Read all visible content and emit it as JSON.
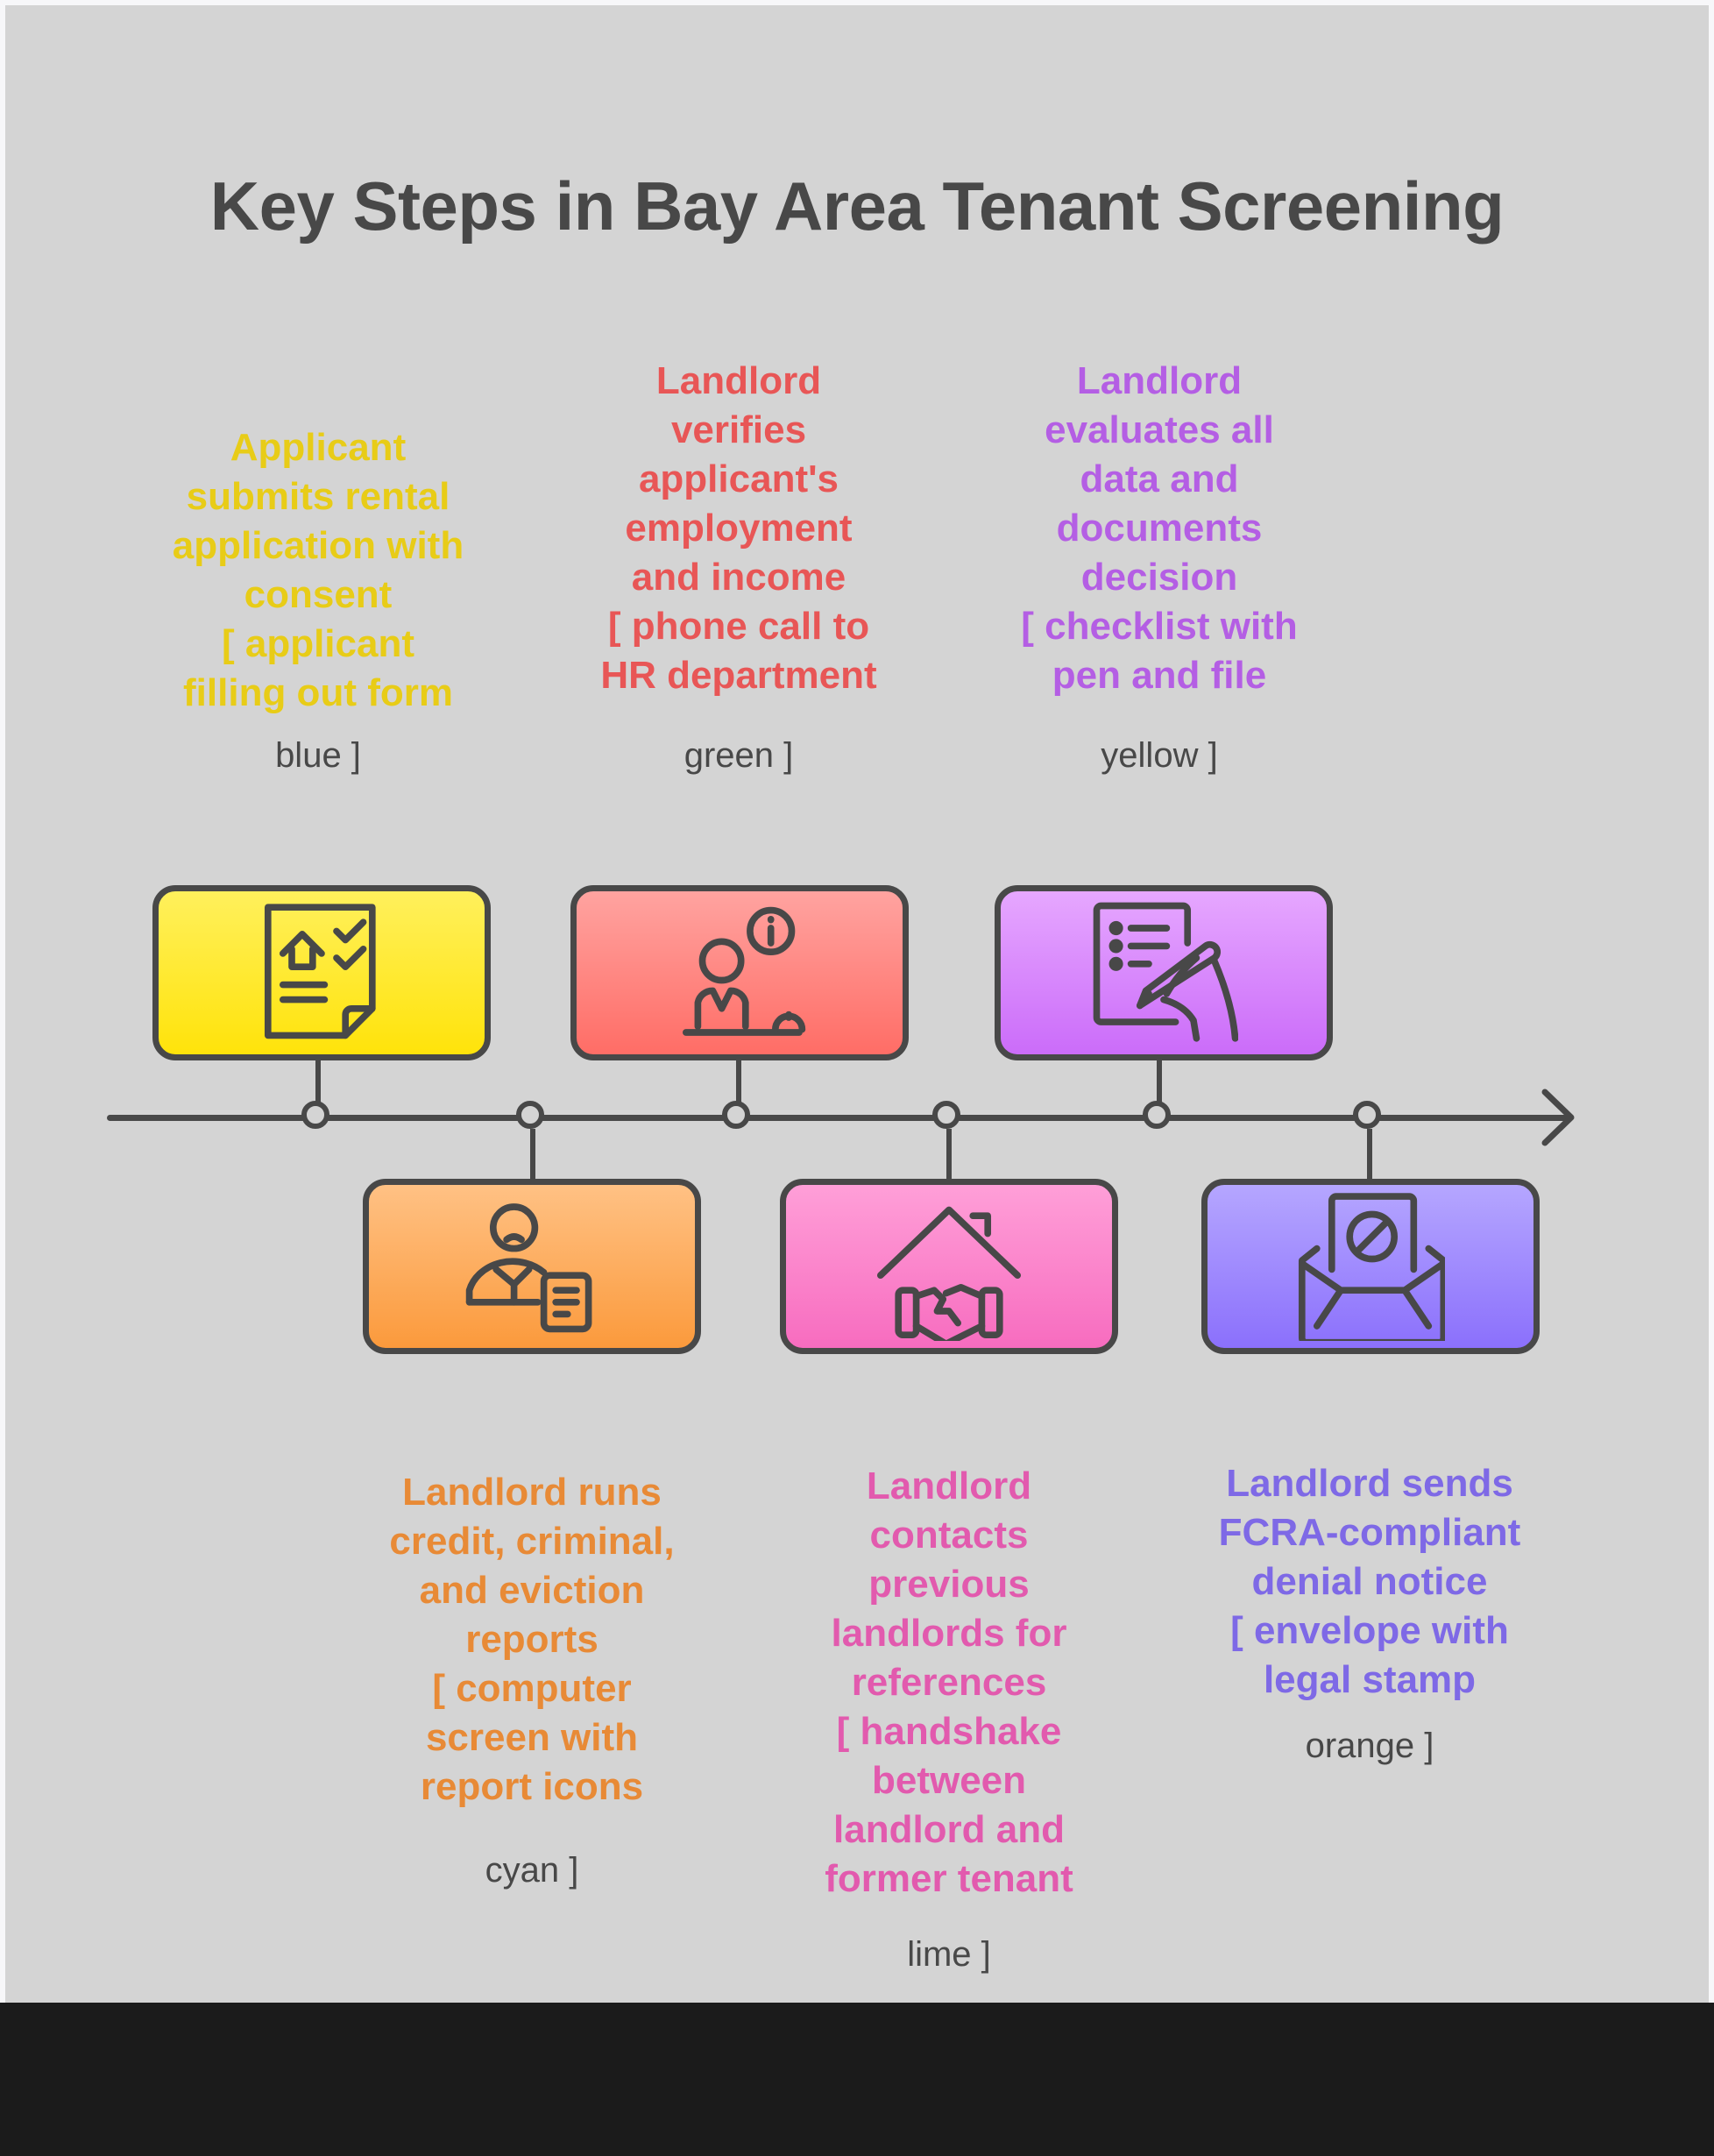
{
  "title": "Key Steps in Bay Area Tenant Screening",
  "steps": [
    {
      "order": 1,
      "position": "top",
      "description": "Applicant submits rental application with consent [ applicant filling out form",
      "lines": [
        "Applicant",
        "submits rental",
        "application with",
        "consent",
        "[ applicant",
        "filling out form"
      ],
      "tag": "blue ]",
      "text_color": "#e8cc17",
      "box_gradient": [
        "#fff05c",
        "#ffe30a"
      ],
      "icon": "application-form-checklist-icon"
    },
    {
      "order": 2,
      "position": "bottom",
      "description": "Landlord runs credit, criminal, and eviction reports [ computer screen with report icons",
      "lines": [
        "Landlord runs",
        "credit, criminal,",
        "and eviction",
        "reports",
        "[ computer",
        "screen with",
        "report icons"
      ],
      "tag": "cyan ]",
      "text_color": "#e88a36",
      "box_gradient": [
        "#ffc184",
        "#fb9a3c"
      ],
      "icon": "person-with-report-icon"
    },
    {
      "order": 3,
      "position": "top",
      "description": "Landlord verifies applicant's employment and income [ phone call to HR department",
      "lines": [
        "Landlord",
        "verifies",
        "applicant's",
        "employment",
        "and income",
        "[ phone call to",
        "HR department"
      ],
      "tag": "green ]",
      "text_color": "#e85656",
      "box_gradient": [
        "#ffa3a0",
        "#ff6d66"
      ],
      "icon": "reception-desk-info-icon"
    },
    {
      "order": 4,
      "position": "bottom",
      "description": "Landlord contacts previous landlords for references [ handshake between landlord and former tenant",
      "lines": [
        "Landlord",
        "contacts",
        "previous",
        "landlords for",
        "references",
        "[ handshake",
        "between",
        "landlord and",
        "former tenant"
      ],
      "tag": "lime ]",
      "text_color": "#e25aae",
      "box_gradient": [
        "#ff9fd8",
        "#f76cbf"
      ],
      "icon": "house-handshake-icon"
    },
    {
      "order": 5,
      "position": "top",
      "description": "Landlord evaluates all data and documents decision [ checklist with pen and file",
      "lines": [
        "Landlord",
        "evaluates all",
        "data and",
        "documents",
        "decision",
        "[ checklist with",
        "pen and file"
      ],
      "tag": "yellow ]",
      "text_color": "#b45ee4",
      "box_gradient": [
        "#e6a7ff",
        "#cb6cf9"
      ],
      "icon": "document-signing-icon"
    },
    {
      "order": 6,
      "position": "bottom",
      "description": "Landlord sends FCRA-compliant denial notice [ envelope with legal stamp",
      "lines": [
        "Landlord sends",
        "FCRA-compliant",
        "denial notice",
        "[ envelope with",
        "legal stamp"
      ],
      "tag": "orange ]",
      "text_color": "#7e69e6",
      "box_gradient": [
        "#b5a6ff",
        "#8b70fc"
      ],
      "icon": "envelope-denied-icon"
    }
  ],
  "colors": {
    "background": "#d4d4d4",
    "stroke": "#484848",
    "title": "#484848",
    "footer": "#1b1b1b"
  }
}
